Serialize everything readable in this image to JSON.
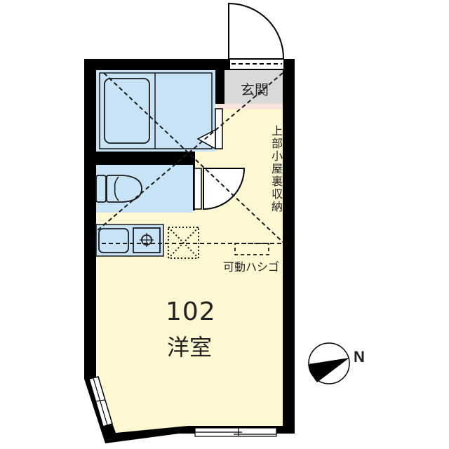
{
  "plan": {
    "room_number": "102",
    "room_type": "洋室",
    "labels": {
      "entrance": "玄関",
      "loft_storage": "上部小屋裏収納",
      "movable_ladder": "可動ハシゴ"
    },
    "compass": {
      "north_label": "N"
    },
    "colors": {
      "wall": "#000000",
      "wet_area": "#c7e3f5",
      "room_floor": "#fdf8d2",
      "entrance_floor": "#d9d9d9",
      "door": "#ffffff"
    }
  }
}
